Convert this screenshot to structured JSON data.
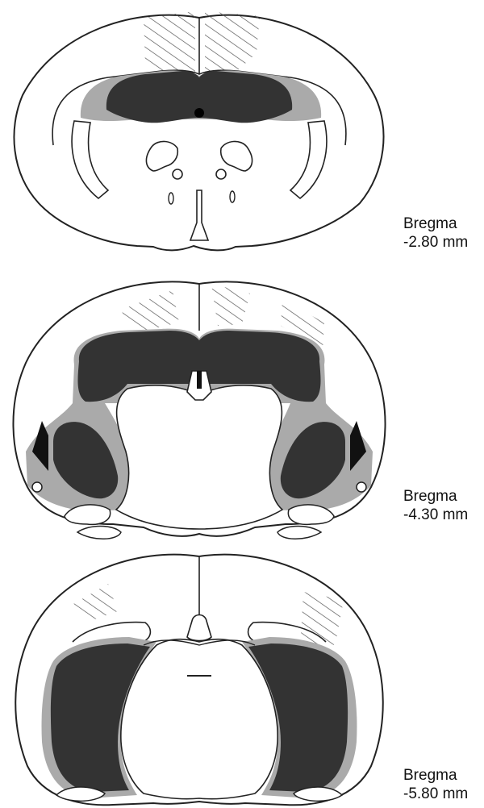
{
  "sections": [
    {
      "name": "Bregma",
      "level": "-2.80 mm"
    },
    {
      "name": "Bregma",
      "level": "-4.30 mm"
    },
    {
      "name": "Bregma",
      "level": "-5.80 mm"
    }
  ],
  "colors": {
    "outline": "#222222",
    "lesion_core": "#333333",
    "lesion_extent": "#aaaaaa",
    "tissue": "#ffffff",
    "hatch": "#555555"
  }
}
